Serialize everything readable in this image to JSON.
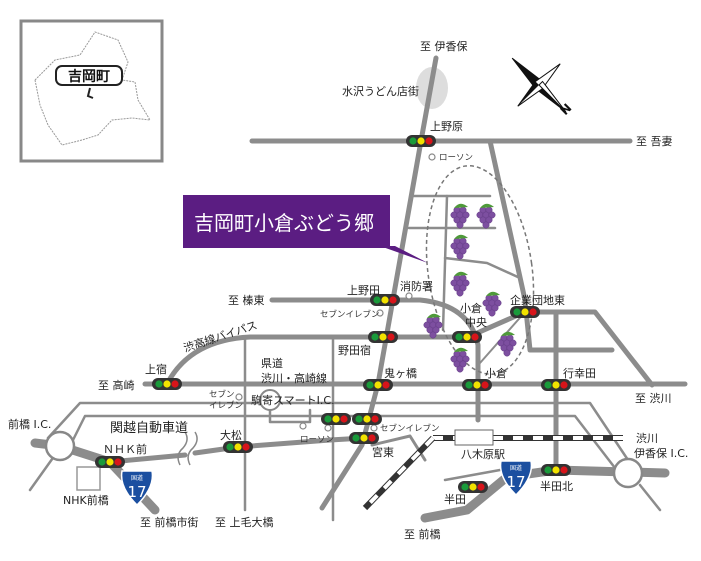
{
  "inset": {
    "town_label": "吉岡町"
  },
  "callout": {
    "title": "吉岡町小倉ぶどう郷",
    "color": "#5b1d82"
  },
  "compass": {
    "north_label": "N"
  },
  "colors": {
    "road": "#8c8c8c",
    "signal_green": "#1a9a3a",
    "signal_yellow": "#f2e200",
    "signal_red": "#d7141a",
    "route_shield": "#1b4fa0",
    "grape": "#7d4fa0"
  },
  "route_shield": {
    "header": "国道",
    "number": "17"
  },
  "labels": {
    "to_ikaho": "至 伊香保",
    "mizusawa": "水沢うどん店街",
    "kaminohara": "上野原",
    "to_agatsuma": "至 吾妻",
    "lawson_top": "ローソン",
    "fire_station": "消防署",
    "kaminoda": "上野田",
    "to_shinto": "至 榛東",
    "seven_upper": "セブンイレブン",
    "bypass": "渋高線バイパス",
    "nodajuku": "野田宿",
    "ogura_chuo_1": "小倉",
    "ogura_chuo_2": "中央",
    "kigyo_danchi": "企業団地東",
    "prefectural_1": "県道",
    "prefectural_2": "渋川・高崎線",
    "kamijuku": "上宿",
    "to_takasaki": "至 高崎",
    "onigahashi": "鬼ヶ橋",
    "ogura": "小倉",
    "gyokoda": "行幸田",
    "to_shibukawa": "至 渋川",
    "seven_left_1": "セブン",
    "seven_left_2": "イレブン",
    "komayose_ic": "駒寄スマートI.C.",
    "maebashi_ic": "前橋 I.C.",
    "kanetsu": "関越自動車道",
    "omatsu": "大松",
    "nhk_mae": "ＮＨＫ前",
    "lawson_low": "ローソン",
    "seven_low": "セブンイレブン",
    "miyahigashi": "宮東",
    "yagihara_station": "八木原駅",
    "shibukawa_ic_1": "渋川",
    "shibukawa_ic_2": "伊香保 I.C.",
    "handakita": "半田北",
    "handa": "半田",
    "to_maebashi": "至 前橋",
    "nhk_maebashi": "NHK前橋",
    "to_maebashi_city": "至 前橋市街",
    "to_joumou_bridge": "至 上毛大橋"
  }
}
